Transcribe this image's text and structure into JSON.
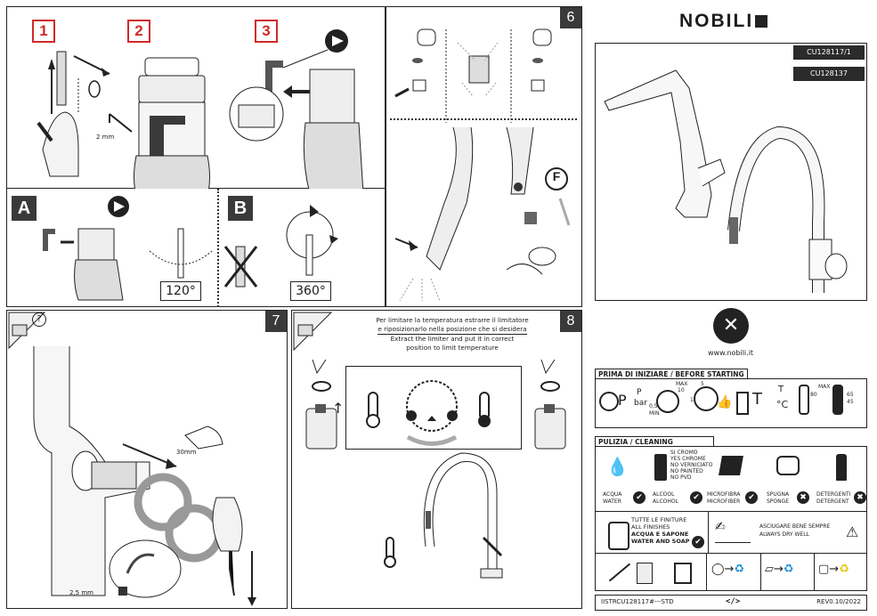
{
  "brand": "NOBILI",
  "website": "www.nobili.it",
  "product_codes": [
    "CU128117/1",
    "CU128137"
  ],
  "steps": {
    "s1": "1",
    "s2": "2",
    "s3": "3",
    "s6": "6",
    "s7": "7",
    "s8": "8",
    "a": "A",
    "b": "B",
    "f": "F"
  },
  "labels": {
    "wrench_2mm": "2 mm",
    "angle_120": "120°",
    "angle_360": "360°",
    "wrench_30mm": "30mm",
    "wrench_25mm": "2,5 mm",
    "question": "?"
  },
  "step8": {
    "it_line1": "Per limitare la temperatura estrarre il limitatore",
    "it_line2": "e riposizionarlo nella posizione che si desidera",
    "en_line1": "Extract the limiter and put it in correct",
    "en_line2": "position to limit temperature"
  },
  "before_starting": {
    "title": "PRIMA DI INIZIARE / BEFORE STARTING",
    "p": "P",
    "p_bar": "P",
    "bar": "bar",
    "min_val": "0,5",
    "min": "MIN",
    "max": "MAX",
    "max_val": "10",
    "five": "5",
    "one": "1",
    "t": "T",
    "t2": "T",
    "celsius": "°C",
    "eighty": "80",
    "max2": "MAX",
    "sixtyfive": "65",
    "fortyfive": "45"
  },
  "cleaning": {
    "title": "PULIZIA / CLEANING",
    "water_it": "ACQUA",
    "water_en": "WATER",
    "alcohol_it": "ALCOOL",
    "alcohol_en": "ALCOHOL",
    "chrome_notes": [
      "SI CROMO",
      "YES CHROME",
      "NO VERNICIATO",
      "NO PAINTED",
      "NO PVD"
    ],
    "micro_it": "MICROFIBRA",
    "micro_en": "MICROFIBER",
    "sponge_it": "SPUGNA",
    "sponge_en": "SPONGE",
    "det_it": "DETERGENTI",
    "det_en": "DETERGENT",
    "all_finish_it": "TUTTE LE FINITURE",
    "all_finish_en": "ALL FINISHES",
    "soap_it": "ACQUA E SAPONE",
    "soap_en": "WATER AND SOAP",
    "dry_it": "ASCIUGARE BENE SEMPRE",
    "dry_en": "ALWAYS DRY WELL"
  },
  "footer": {
    "code": "IISTRCU128117#---STD",
    "rev": "REV0.10/2022",
    "icon": "</>"
  },
  "colors": {
    "red": "#d12a2a",
    "dark": "#3a3a3a",
    "line": "#222222"
  }
}
